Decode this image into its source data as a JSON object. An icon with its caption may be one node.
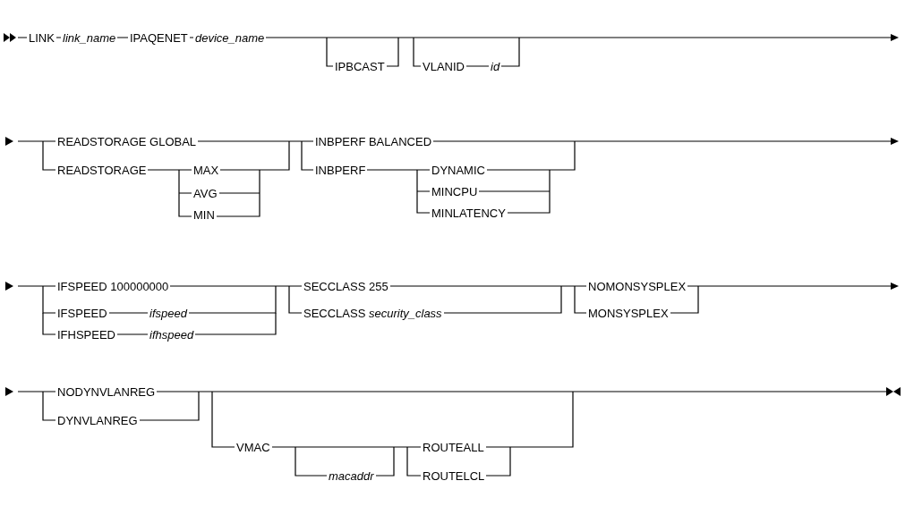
{
  "diagram": {
    "labels": [
      "LINK",
      "link_name",
      "IPAQENET",
      "device_name",
      "IPBCAST",
      "VLANID",
      "id",
      "READSTORAGE GLOBAL",
      "INBPERF BALANCED",
      "READSTORAGE",
      "MAX",
      "INBPERF",
      "DYNAMIC",
      "AVG",
      "MINCPU",
      "MIN",
      "MINLATENCY",
      "IFSPEED 100000000",
      "SECCLASS 255",
      "NOMONSYSPLEX",
      "IFSPEED",
      "ifspeed",
      "SECCLASS *security_class*",
      "MONSYSPLEX",
      "IFHSPEED",
      "ifhspeed",
      "NODYNVLANREG",
      "ROUTEALL",
      "DYNVLANREG",
      "VMAC",
      "macaddr",
      "ROUTELCL"
    ]
  }
}
